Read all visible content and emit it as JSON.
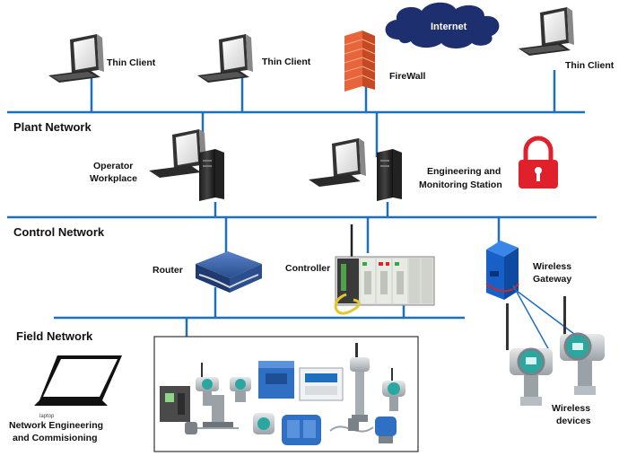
{
  "networks": {
    "plant": "Plant Network",
    "control": "Control Network",
    "field": "Field Network"
  },
  "devices": {
    "thin_client_1": "Thin Client",
    "thin_client_2": "Thin Client",
    "thin_client_3": "Thin Client",
    "firewall": "FireWall",
    "internet": "Internet",
    "operator_line1": "Operator",
    "operator_line2": "Workplace",
    "engineering_line1": "Engineering and",
    "engineering_line2": "Monitoring Station",
    "router": "Router",
    "controller": "Controller",
    "gateway_line1": "Wireless",
    "gateway_line2": "Gateway",
    "wireless_devices_line1": "Wireless",
    "wireless_devices_line2": "devices",
    "laptop_small": "laptop",
    "laptop_line1": "Network Engineering",
    "laptop_line2": "and Commisioning"
  },
  "colors": {
    "network_line": "#1f6fbf",
    "internet_cloud": "#1d2f6e",
    "lock": "#e0202a",
    "firewall": "#e8643a",
    "gateway": "#1760c8"
  }
}
